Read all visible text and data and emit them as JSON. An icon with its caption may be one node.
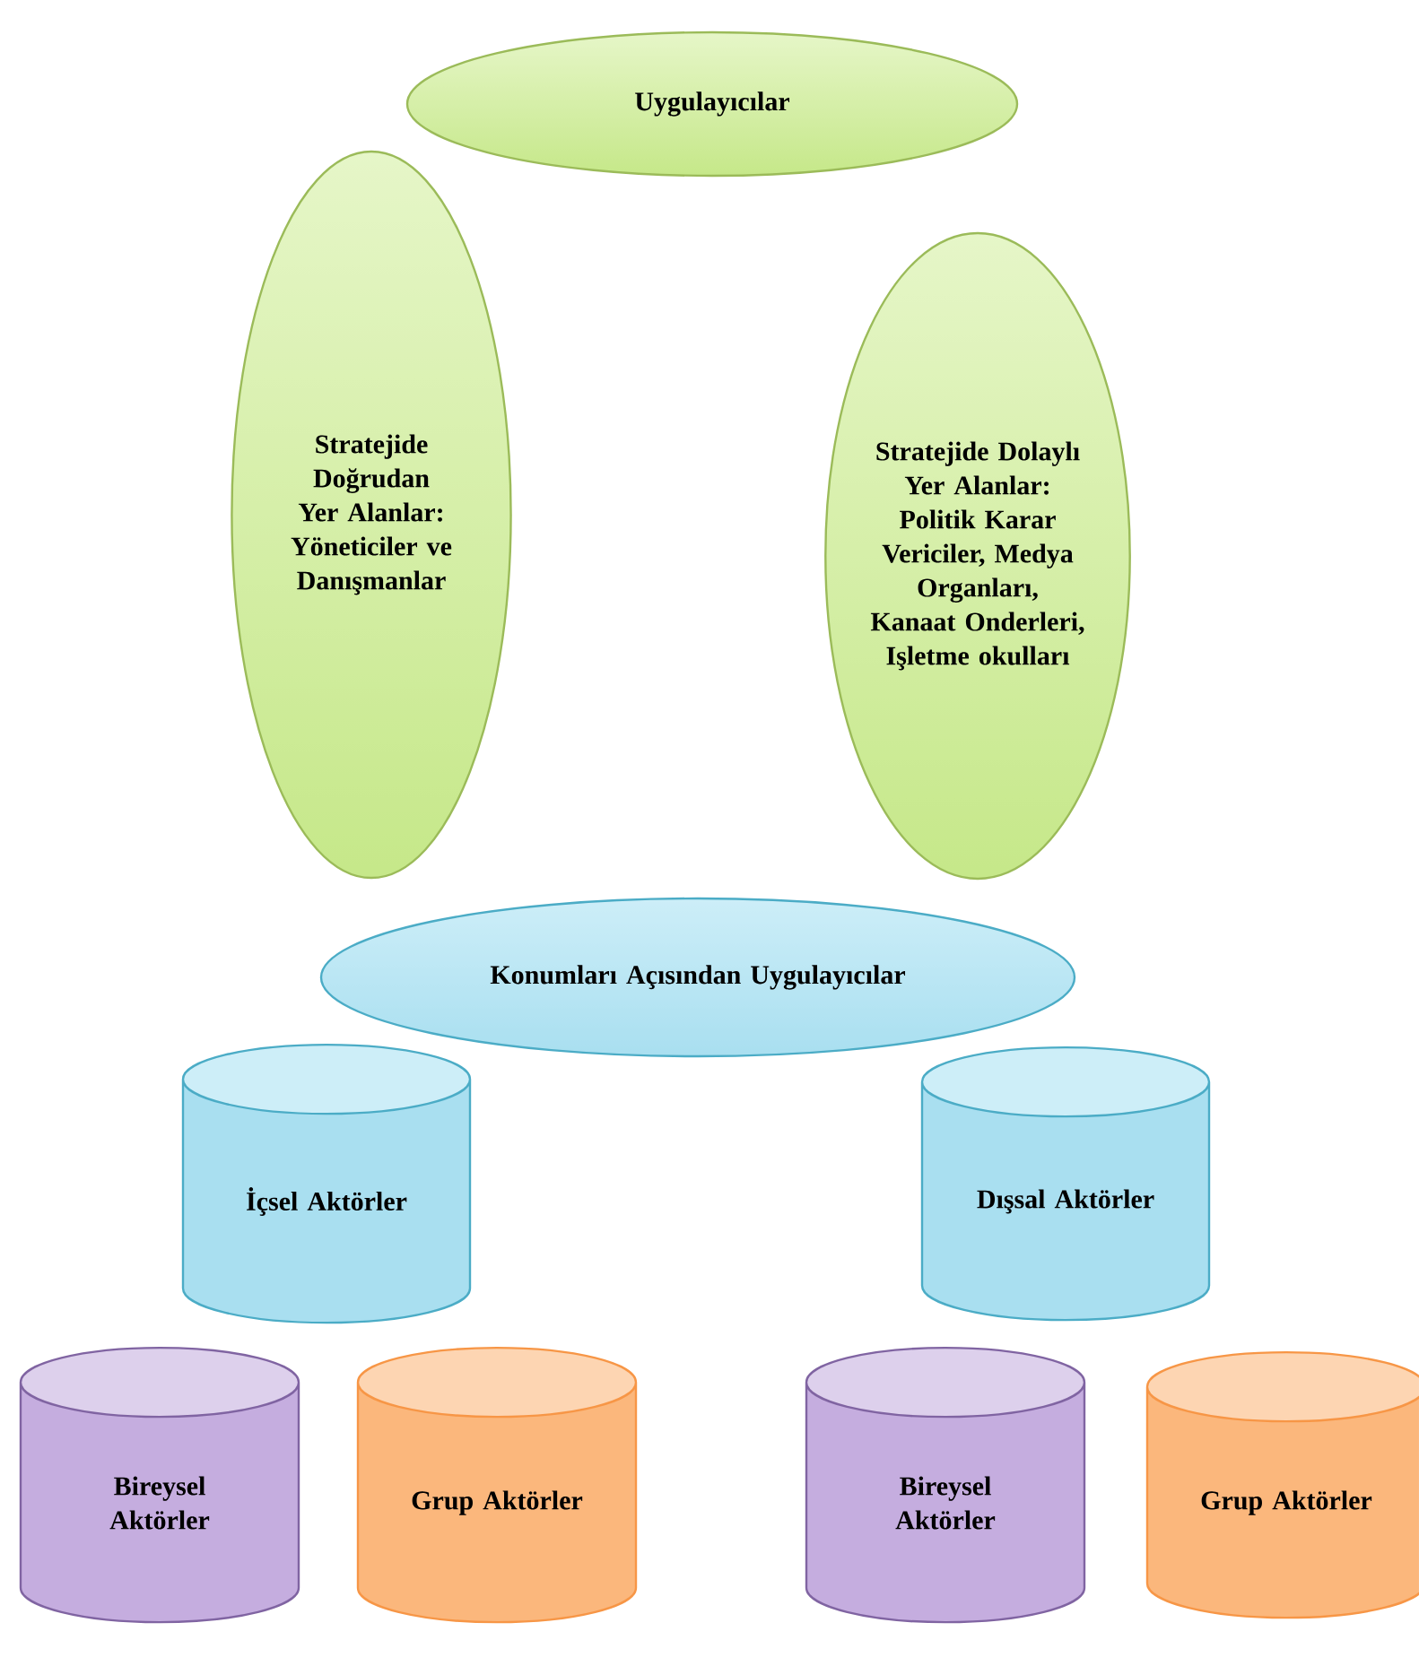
{
  "diagram": {
    "nodes": [
      {
        "text": [
          "Uygulayıcılar"
        ]
      },
      {
        "text": [
          "Stratejide Doğrudan Yer Alanlar: Yöneticiler ve Danışmanlar"
        ]
      },
      {
        "text": [
          "Stratejide Dolaylı Yer Alanlar: Politik Karar Vericiler, Medya Organları, Kanaat Onderleri, Işletme okulları"
        ]
      },
      {
        "text": [
          "Konumları Açısından Uygulayıcılar"
        ]
      },
      {
        "text": [
          "İçsel Aktörler"
        ]
      },
      {
        "text": [
          "Dışsal Aktörler"
        ]
      },
      {
        "text": [
          "Bireysel Aktörler"
        ]
      },
      {
        "text": [
          "Grup Aktörler"
        ]
      },
      {
        "text": [
          "Bireysel Aktörler"
        ]
      },
      {
        "text": [
          "Grup Aktörler"
        ]
      }
    ],
    "edges": []
  }
}
